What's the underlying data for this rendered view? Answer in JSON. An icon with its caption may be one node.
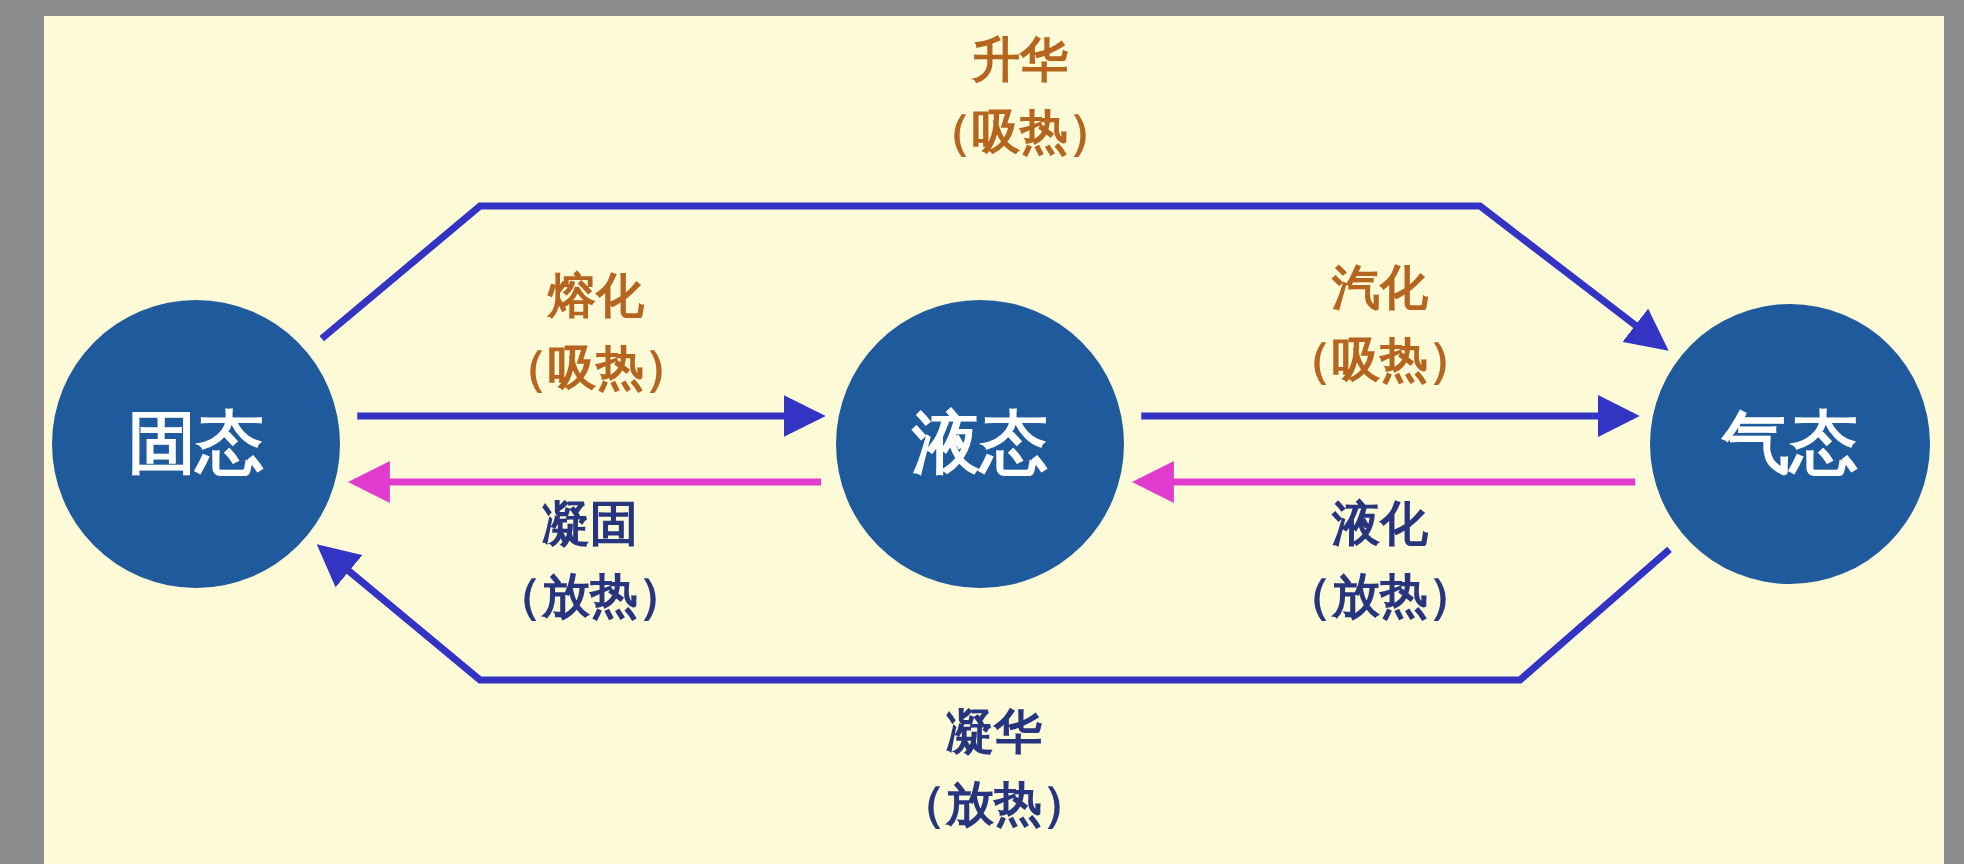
{
  "diagram": {
    "nodes": [
      {
        "text": [
          "固态"
        ]
      },
      {
        "text": [
          "液态"
        ]
      },
      {
        "text": [
          "气态"
        ]
      }
    ],
    "edges": [
      {
        "from": 0,
        "to": 2,
        "arrow": "to",
        "label": "升华（吸热）"
      },
      {
        "from": 0,
        "to": 1,
        "arrow": "to",
        "label": "熔化（吸热）"
      },
      {
        "from": 1,
        "to": 0,
        "arrow": "to",
        "label": "凝固（放热）",
        "color": "#e23ccf"
      },
      {
        "from": 1,
        "to": 2,
        "arrow": "to",
        "label": "汽化（吸热）"
      },
      {
        "from": 2,
        "to": 1,
        "arrow": "to",
        "label": "液化（放热）",
        "color": "#e23ccf"
      },
      {
        "from": 2,
        "to": 0,
        "arrow": "to",
        "label": "凝华（放热）"
      }
    ]
  }
}
